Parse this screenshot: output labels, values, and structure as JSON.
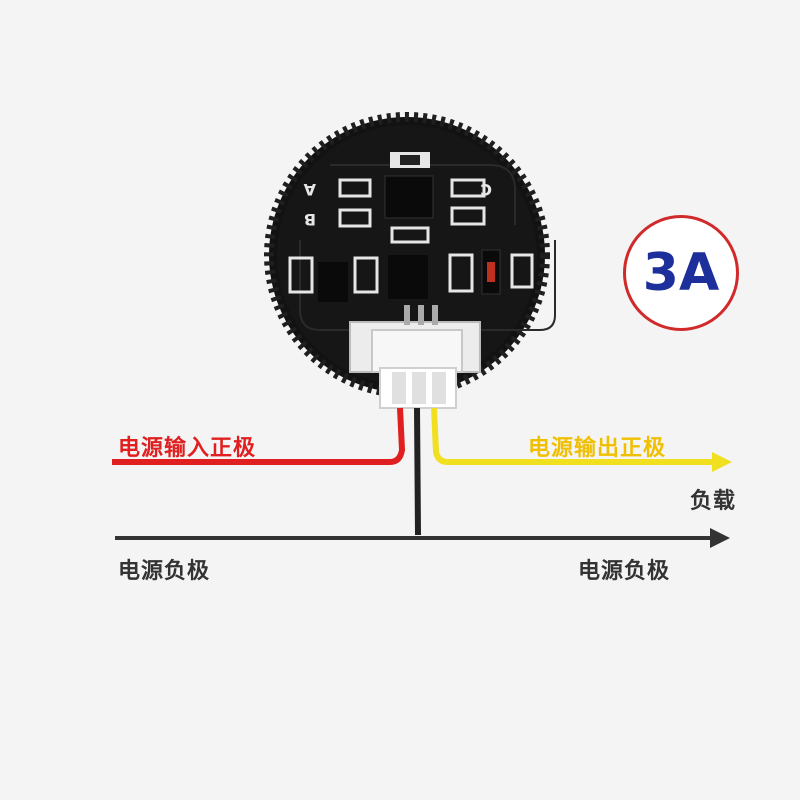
{
  "labels": {
    "input_positive": "电源输入正极",
    "output_positive": "电源输出正极",
    "load": "负载",
    "negative_left": "电源负极",
    "negative_right": "电源负极"
  },
  "badge": {
    "text": "3A"
  },
  "board_silkscreen": {
    "a": "A",
    "b": "B",
    "c": "C"
  },
  "colors": {
    "input_wire": "#e02020",
    "output_wire": "#f0e020",
    "negative_wire": "#333333",
    "input_text": "#e02020",
    "output_text": "#f0c000",
    "neutral_text": "#333333",
    "badge_ring": "#d02a2a",
    "badge_text": "#1d2f9a",
    "pcb": "#121212",
    "connector": "#e8e8e8"
  }
}
